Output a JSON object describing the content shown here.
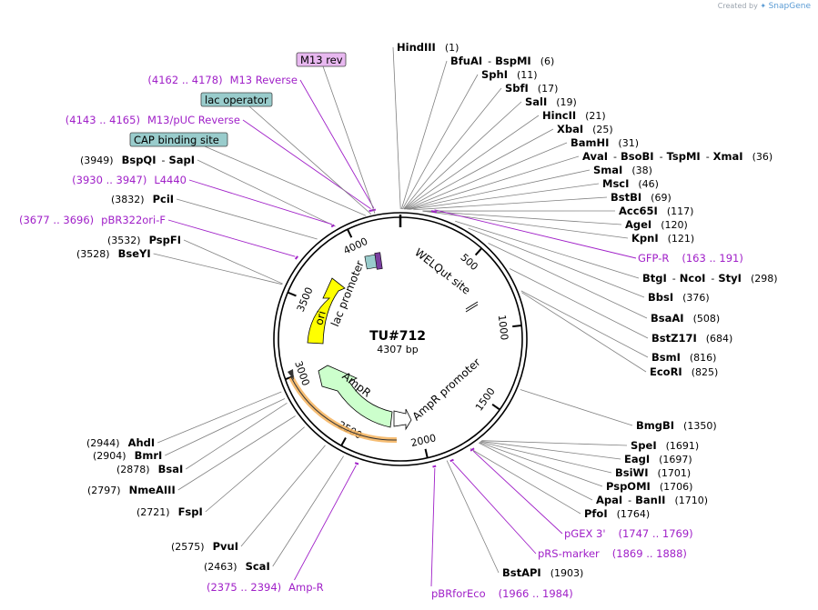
{
  "credit": {
    "prefix": "Created by",
    "brand": "SnapGene"
  },
  "plasmid": {
    "name": "TU#712",
    "length_label": "4307 bp",
    "length": 4307
  },
  "ticks": [
    "500",
    "1000",
    "1500",
    "2000",
    "2500",
    "3000",
    "3500",
    "4000"
  ],
  "colors": {
    "primer": "#a020c8",
    "backbone": "#000000",
    "ori": "#ffff00",
    "ampr": "#ccffcc",
    "regulatory": "#99cccc",
    "feature_label_bg": "#e8b8f0"
  },
  "right_enzymes": [
    {
      "parts": [
        "HindIII"
      ],
      "pos": "(1)"
    },
    {
      "parts": [
        "BfuAI",
        "BspMI"
      ],
      "pos": "(6)"
    },
    {
      "parts": [
        "SphI"
      ],
      "pos": "(11)"
    },
    {
      "parts": [
        "SbfI"
      ],
      "pos": "(17)"
    },
    {
      "parts": [
        "SalI"
      ],
      "pos": "(19)"
    },
    {
      "parts": [
        "HincII"
      ],
      "pos": "(21)"
    },
    {
      "parts": [
        "XbaI"
      ],
      "pos": "(25)"
    },
    {
      "parts": [
        "BamHI"
      ],
      "pos": "(31)"
    },
    {
      "parts": [
        "AvaI",
        "BsoBI",
        "TspMI",
        "XmaI"
      ],
      "pos": "(36)"
    },
    {
      "parts": [
        "SmaI"
      ],
      "pos": "(38)"
    },
    {
      "parts": [
        "MscI"
      ],
      "pos": "(46)"
    },
    {
      "parts": [
        "BstBI"
      ],
      "pos": "(69)"
    },
    {
      "parts": [
        "Acc65I"
      ],
      "pos": "(117)"
    },
    {
      "parts": [
        "AgeI"
      ],
      "pos": "(120)"
    },
    {
      "parts": [
        "KpnI"
      ],
      "pos": "(121)"
    },
    {
      "parts": [
        "BtgI",
        "NcoI",
        "StyI"
      ],
      "pos": "(298)"
    },
    {
      "parts": [
        "BbsI"
      ],
      "pos": "(376)"
    },
    {
      "parts": [
        "BsaAI"
      ],
      "pos": "(508)"
    },
    {
      "parts": [
        "BstZ17I"
      ],
      "pos": "(684)"
    },
    {
      "parts": [
        "BsmI"
      ],
      "pos": "(816)"
    },
    {
      "parts": [
        "EcoRI"
      ],
      "pos": "(825)"
    },
    {
      "parts": [
        "BmgBI"
      ],
      "pos": "(1350)"
    },
    {
      "parts": [
        "SpeI"
      ],
      "pos": "(1691)"
    },
    {
      "parts": [
        "EagI"
      ],
      "pos": "(1697)"
    },
    {
      "parts": [
        "BsiWI"
      ],
      "pos": "(1701)"
    },
    {
      "parts": [
        "PspOMI"
      ],
      "pos": "(1706)"
    },
    {
      "parts": [
        "ApaI",
        "BanII"
      ],
      "pos": "(1710)"
    },
    {
      "parts": [
        "PfoI"
      ],
      "pos": "(1764)"
    },
    {
      "parts": [
        "BstAPI"
      ],
      "pos": "(1903)"
    }
  ],
  "left_enzymes": [
    {
      "parts": [
        "BspQI",
        "SapI"
      ],
      "pos": "(3949)"
    },
    {
      "parts": [
        "PciI"
      ],
      "pos": "(3832)"
    },
    {
      "parts": [
        "PspFI"
      ],
      "pos": "(3532)"
    },
    {
      "parts": [
        "BseYI"
      ],
      "pos": "(3528)"
    },
    {
      "parts": [
        "AhdI"
      ],
      "pos": "(2944)"
    },
    {
      "parts": [
        "BmrI"
      ],
      "pos": "(2904)"
    },
    {
      "parts": [
        "BsaI"
      ],
      "pos": "(2878)"
    },
    {
      "parts": [
        "NmeAIII"
      ],
      "pos": "(2797)"
    },
    {
      "parts": [
        "FspI"
      ],
      "pos": "(2721)"
    },
    {
      "parts": [
        "PvuI"
      ],
      "pos": "(2575)"
    },
    {
      "parts": [
        "ScaI"
      ],
      "pos": "(2463)"
    }
  ],
  "primers": [
    {
      "name": "M13 Reverse",
      "range": "(4162 .. 4178)"
    },
    {
      "name": "M13/pUC Reverse",
      "range": "(4143 .. 4165)"
    },
    {
      "name": "L4440",
      "range": "(3930 .. 3947)"
    },
    {
      "name": "pBR322ori-F",
      "range": "(3677 .. 3696)"
    },
    {
      "name": "GFP-R",
      "range": "(163 .. 191)"
    },
    {
      "name": "pGEX 3'",
      "range": "(1747 .. 1769)"
    },
    {
      "name": "pRS-marker",
      "range": "(1869 .. 1888)"
    },
    {
      "name": "pBRforEco",
      "range": "(1966 .. 1984)"
    },
    {
      "name": "Amp-R",
      "range": "(2375 .. 2394)"
    }
  ],
  "boxed_features": [
    "M13 rev",
    "lac operator",
    "CAP binding site"
  ],
  "map_features": [
    "WELQut site",
    "lac promoter",
    "ori",
    "AmpR",
    "AmpR promoter"
  ]
}
